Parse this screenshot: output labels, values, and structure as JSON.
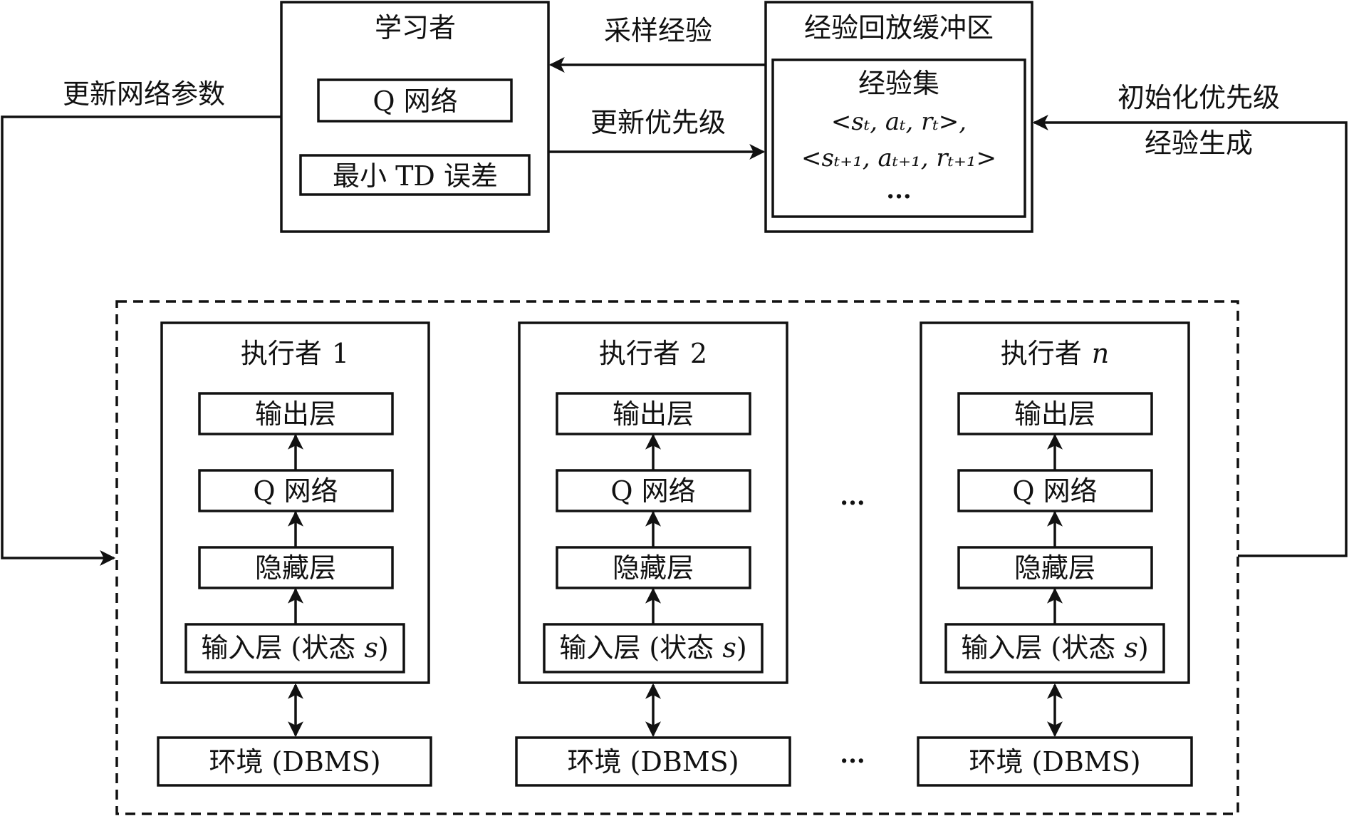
{
  "learner": {
    "title": "学习者",
    "q_network": "Q 网络",
    "min_td_error": "最小 TD 误差"
  },
  "buffer": {
    "title": "经验回放缓冲区",
    "set_title": "经验集",
    "tuple_1": "<sₜ, aₜ, rₜ>,",
    "tuple_2": "<sₜ₊₁, aₜ₊₁, rₜ₊₁>",
    "ellipsis": "..."
  },
  "arrows": {
    "sample_experience": "采样经验",
    "update_priority": "更新优先级",
    "update_network_params": "更新网络参数",
    "init_priority": "初始化优先级",
    "experience_generation": "经验生成"
  },
  "actors": [
    {
      "title": "执行者",
      "index": "1",
      "layers": {
        "output": "输出层",
        "q_network": "Q 网络",
        "hidden": "隐藏层",
        "input": "输入层 (状态 ",
        "input_var": "s",
        "input_close": ")"
      },
      "environment": "环境 (DBMS)"
    },
    {
      "title": "执行者",
      "index": "2",
      "layers": {
        "output": "输出层",
        "q_network": "Q 网络",
        "hidden": "隐藏层",
        "input": "输入层 (状态 ",
        "input_var": "s",
        "input_close": ")"
      },
      "environment": "环境 (DBMS)"
    },
    {
      "title": "执行者",
      "index": "n",
      "layers": {
        "output": "输出层",
        "q_network": "Q 网络",
        "hidden": "隐藏层",
        "input": "输入层 (状态 ",
        "input_var": "s",
        "input_close": ")"
      },
      "environment": "环境 (DBMS)"
    }
  ],
  "between_actors_ellipsis": "...",
  "between_envs_ellipsis": "..."
}
